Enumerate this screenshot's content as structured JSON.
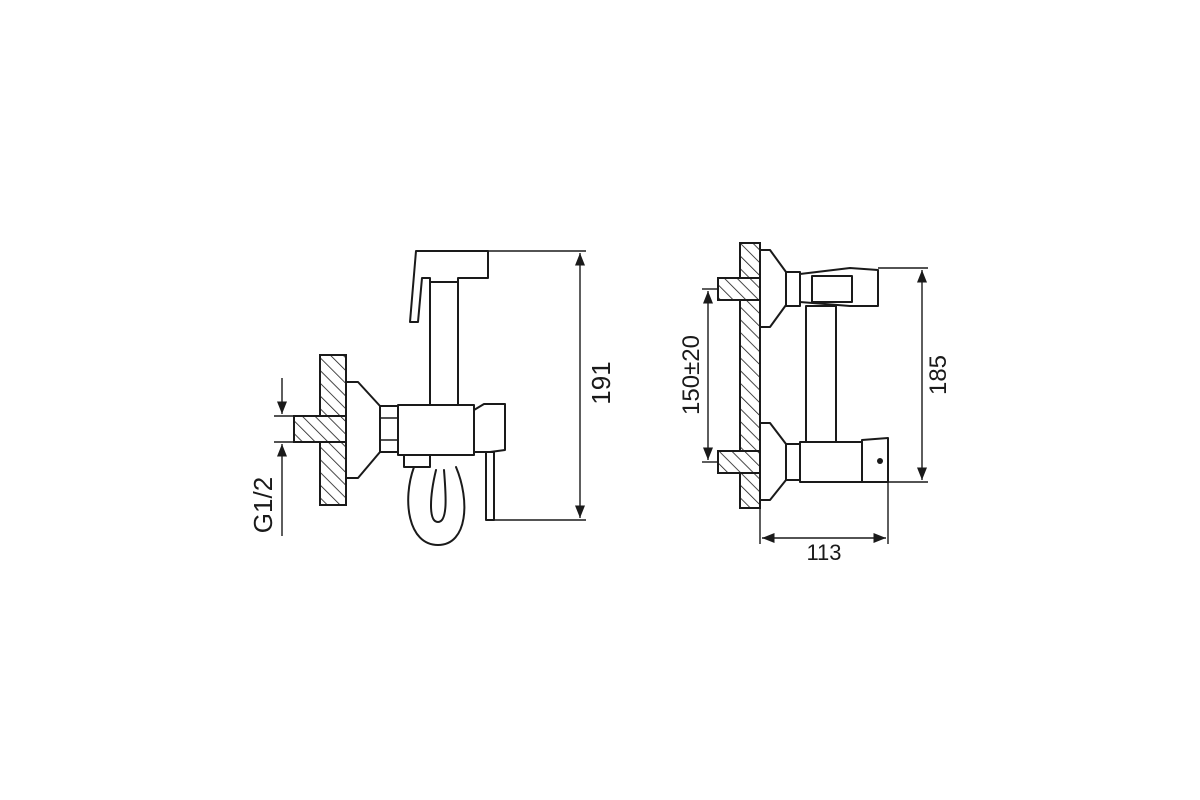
{
  "diagram": {
    "left_view": {
      "dims": {
        "height": "191",
        "thread": "G1/2"
      }
    },
    "right_view": {
      "dims": {
        "center_distance": "150±20",
        "height": "185",
        "depth": "113"
      }
    }
  }
}
